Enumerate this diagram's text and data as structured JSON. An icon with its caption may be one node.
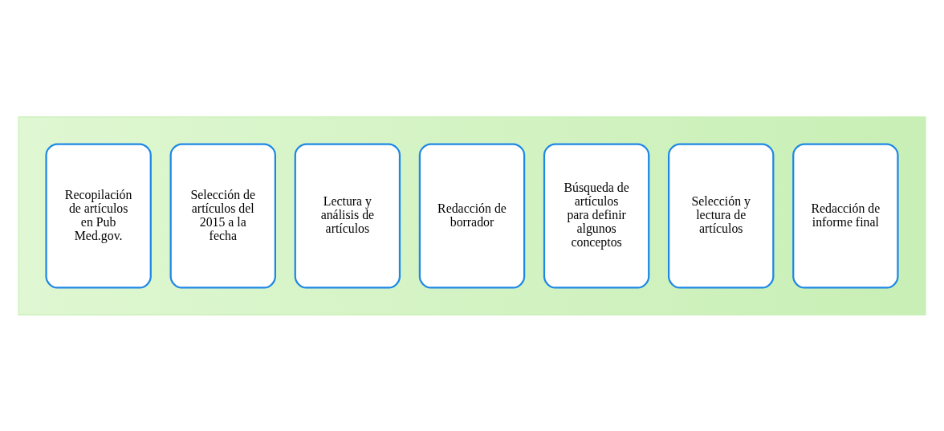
{
  "diagram": {
    "nodes": [
      {
        "text": [],
        "shape": "arrow"
      },
      {
        "text": [
          "Recopilación de artículos en Pub Med.gov."
        ],
        "in": 0
      },
      {
        "text": [
          "Selección de artículos del 2015 a la fecha"
        ],
        "in": 0
      },
      {
        "text": [
          "Lectura y análisis de artículos"
        ],
        "in": 0
      },
      {
        "text": [
          "Redacción de borrador"
        ],
        "in": 0
      },
      {
        "text": [
          "Búsqueda de artículos para definir algunos conceptos"
        ],
        "in": 0
      },
      {
        "text": [
          "Selección y lectura de artículos"
        ],
        "in": 0
      },
      {
        "text": [
          "Redacción de informe final"
        ],
        "in": 0
      }
    ]
  }
}
